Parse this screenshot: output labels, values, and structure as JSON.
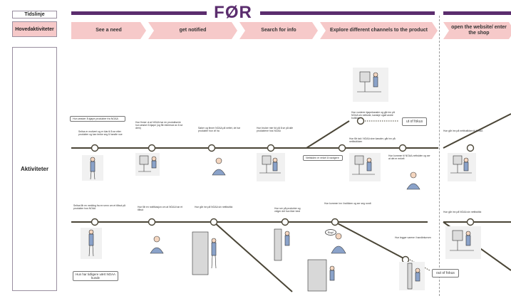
{
  "left_labels": {
    "tidslinje": "Tidslinje",
    "hovedaktiviteter": "Hovedaktiviteter",
    "aktiviteter": "Aktiviteter"
  },
  "timeline": {
    "title": "FØR"
  },
  "phases": [
    {
      "label": "See a need"
    },
    {
      "label": "get notified"
    },
    {
      "label": "Search for info"
    },
    {
      "label": "Explore different channels to the product"
    },
    {
      "label": "open the website/ enter the shop"
    }
  ],
  "notes_top": {
    "n1_box": "Hun ønsker å kjøpe produkter fra NOAA",
    "n2": "Selina er motivert og er klar til å se etter produkter og kan tenke seg å handle noe",
    "n3": "Hun finner ut at NOAA har en produktserie hun ønsker å kjøpe (og får interesse av å se dem)",
    "n4": "Søker og finner NOAA på nettet, de har produkter hun vil ha",
    "n5": "Hun bruker mer tid på å se på alle produktene hos NOAA",
    "n6": "Hun vurderer kjøpekanaler og går inn på NOAA sin nettside, kanskje også andre butikker",
    "n7": "Hun får tak i NOAA sine kanaler, går inn på nettbutikken",
    "n8_box": "Nettsiden er enkel å navigere",
    "n9": "Hun kommer til NOAA-nettsiden og ser at det er enkelt",
    "n10": "Hun går inn på nettbutikken til NOAA",
    "focus_in": "ut of fokus"
  },
  "notes_bottom": {
    "b1": "Selina får en melding fra en venn om et tilbud på produkter hos NOAA",
    "b2": "Hun får en notifikasjon om at NOAA har et tilbud",
    "b3": "Hun går inn på NOAA sin nettbutikk",
    "b4": "Hun ser på produkter og velger det hun liker best",
    "b5": "Hun kommer inn i butikken og ser seg rundt",
    "b6": "Hun legger varene i handlekurven",
    "b7_box": "Hun har tidligere vært NOAA kunde",
    "focus_out": "out of fokus",
    "buy_speech": "Buy!"
  },
  "colors": {
    "purple": "#5b2d6e",
    "pink": "#f6c9c9",
    "line": "#4a4536"
  }
}
